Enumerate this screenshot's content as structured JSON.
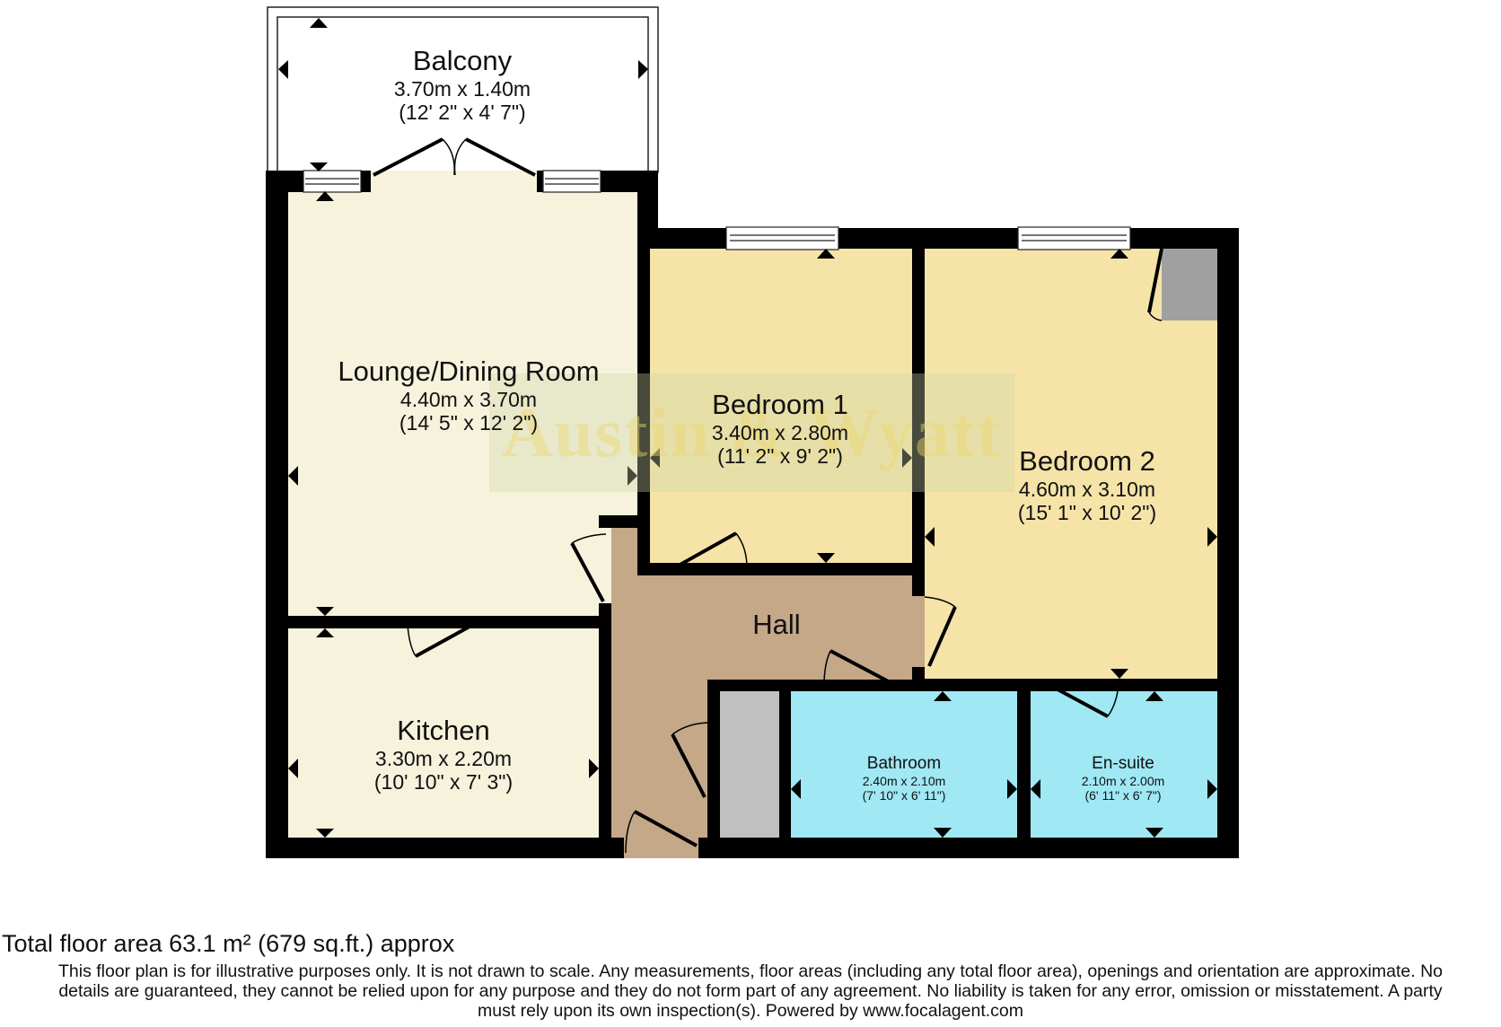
{
  "rooms": {
    "balcony": {
      "name": "Balcony",
      "metric": "3.70m x 1.40m",
      "imperial": "(12' 2\" x 4' 7\")"
    },
    "lounge": {
      "name": "Lounge/Dining Room",
      "metric": "4.40m x 3.70m",
      "imperial": "(14' 5\" x 12' 2\")"
    },
    "bedroom1": {
      "name": "Bedroom 1",
      "metric": "3.40m x 2.80m",
      "imperial": "(11' 2\" x 9' 2\")"
    },
    "bedroom2": {
      "name": "Bedroom 2",
      "metric": "4.60m x 3.10m",
      "imperial": "(15' 1\" x 10' 2\")"
    },
    "hall": {
      "name": "Hall"
    },
    "kitchen": {
      "name": "Kitchen",
      "metric": "3.30m x 2.20m",
      "imperial": "(10' 10\" x 7' 3\")"
    },
    "bathroom": {
      "name": "Bathroom",
      "metric": "2.40m x 2.10m",
      "imperial": "(7' 10\" x 6' 11\")"
    },
    "ensuite": {
      "name": "En-suite",
      "metric": "2.10m x 2.00m",
      "imperial": "(6' 11\" x 6' 7\")"
    }
  },
  "watermark": "Austin & Wyatt",
  "footer": {
    "total_area": "Total floor area 63.1 m² (679 sq.ft.) approx",
    "disclaimer_line1": "This floor plan is for illustrative purposes only. It is not drawn to scale. Any measurements, floor areas (including any total floor area), openings and orientation are approximate. No",
    "disclaimer_line2": "details are guaranteed, they cannot be relied upon for any purpose and they do not form part of any agreement. No liability is taken for any error, omission or misstatement. A party",
    "disclaimer_line3": "must rely upon its own inspection(s). Powered by www.focalagent.com"
  },
  "colors": {
    "lounge_kitchen": "#f6f2dc",
    "bedrooms": "#f5e3a8",
    "hall": "#c4a888",
    "wet_rooms": "#9fe8f4",
    "cupboard": "#c0c0c0",
    "wardrobe": "#a0a0a0",
    "walls": "#000000"
  }
}
